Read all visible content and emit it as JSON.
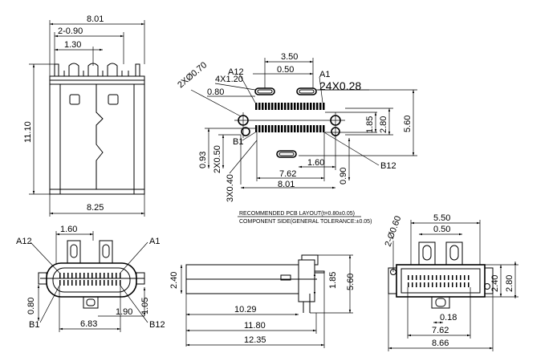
{
  "top_left_view": {
    "width_dim": "8.01",
    "pitch_dim": "2-0.90",
    "offset_dim": "1.30",
    "height_dim": "11.10",
    "bottom_width_dim": "8.25"
  },
  "pcb_layout": {
    "span_dim": "3.50",
    "pad_pitch_dim": "0.50",
    "slot_dim": "4X1.20",
    "pin_a12": "A12",
    "pin_a1": "A1",
    "pin_b1": "B1",
    "pin_b12": "B12",
    "pad_count_dim": "24X0.28",
    "hole_dim": "2XØ0.70",
    "slot_width_dim": "0.80",
    "row_dim_1": "1.85",
    "row_dim_2": "2.80",
    "row_dim_3": "5.60",
    "dim_093": "0.93",
    "dim_2x050": "2X0.50",
    "dim_160": "1.60",
    "dim_762": "7.62",
    "dim_090": "0.90",
    "dim_3x040": "3X0.40",
    "dim_801": "8.01",
    "caption_line1": "RECOMMENDED PCB LAYOUT(t=0.80±0.05)",
    "caption_line2": "COMPONENT SIDE(GENERAL TOLERANCE:±0.05)"
  },
  "front_view": {
    "dim_160": "1.60",
    "pin_a12": "A12",
    "pin_a1": "A1",
    "pin_b1": "B1",
    "pin_b12": "B12",
    "dim_080": "0.80",
    "dim_105": "1.05",
    "dim_190": "1.90",
    "dim_683": "6.83"
  },
  "side_view": {
    "dim_240": "2.40",
    "dim_185": "1.85",
    "dim_560": "5.60",
    "dim_1029": "10.29",
    "dim_1180": "11.80",
    "dim_1235": "12.35"
  },
  "bottom_view": {
    "hole_dim": "2-Ø0.60",
    "dim_550": "5.50",
    "dim_050": "0.50",
    "dim_240": "2.40",
    "dim_280": "2.80",
    "dim_018": "0.18",
    "dim_762": "7.62",
    "dim_866": "8.66"
  }
}
